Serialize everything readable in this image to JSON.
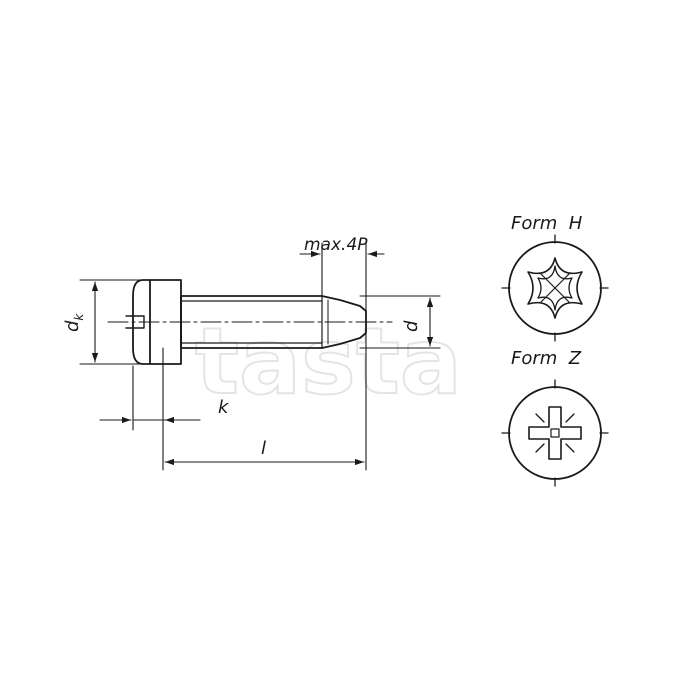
{
  "labels": {
    "max_4p": "max.4P",
    "d": "d",
    "dk_main": "d",
    "dk_sub": "k",
    "k": "k",
    "l": "l",
    "form_h": "Form  H",
    "form_z": "Form  Z"
  },
  "watermark": "tasta",
  "colors": {
    "line": "#1a1a1a",
    "background": "#ffffff",
    "watermark": "#cfcfcf"
  }
}
